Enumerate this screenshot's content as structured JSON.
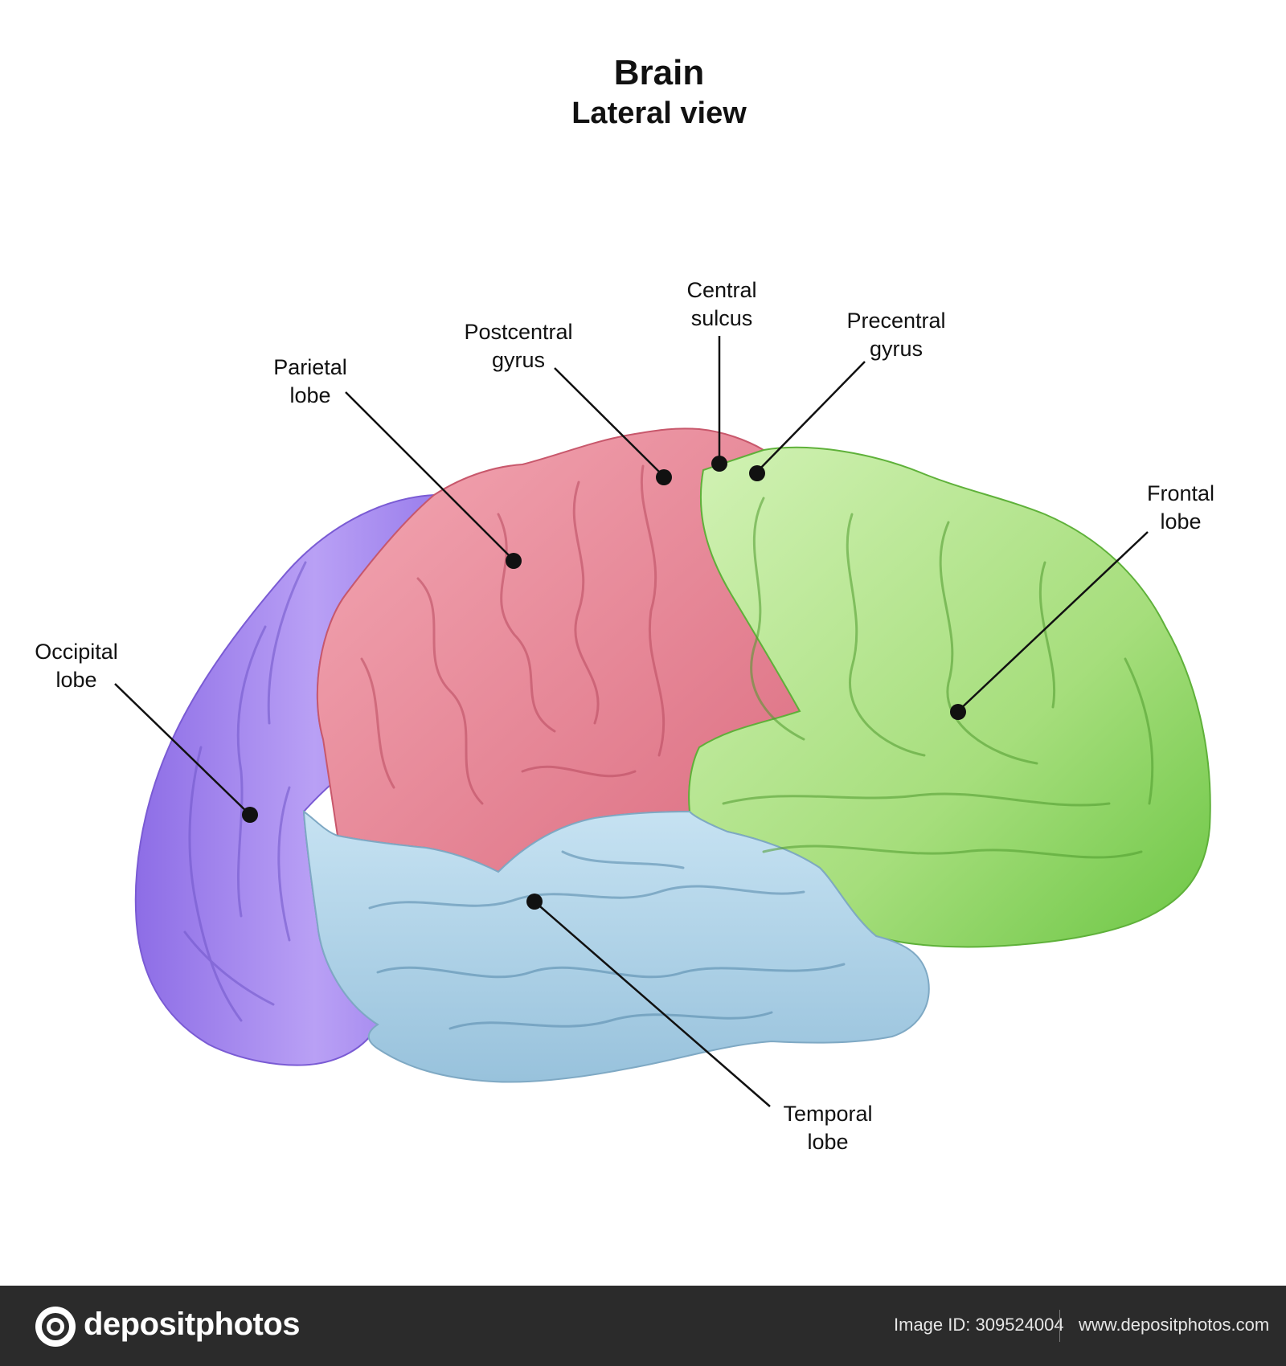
{
  "header": {
    "title": "Brain",
    "subtitle": "Lateral view"
  },
  "labels": {
    "central_sulcus": [
      "Central",
      "sulcus"
    ],
    "postcentral_gyrus": [
      "Postcentral",
      "gyrus"
    ],
    "precentral_gyrus": [
      "Precentral",
      "gyrus"
    ],
    "parietal_lobe": [
      "Parietal",
      "lobe"
    ],
    "frontal_lobe": [
      "Frontal",
      "lobe"
    ],
    "occipital_lobe": [
      "Occipital",
      "lobe"
    ],
    "temporal_lobe": [
      "Temporal",
      "lobe"
    ]
  },
  "colors": {
    "occipital": "#a98ff0",
    "parietal": "#eb8d9c",
    "frontal": "#a6e07f",
    "temporal": "#b4d6ea",
    "leader_line": "#111111",
    "footer_bg": "#2b2b2b"
  },
  "footer": {
    "brand": "depositphotos",
    "image_id": "Image ID: 309524004",
    "website": "www.depositphotos.com",
    "logo_icon": "camera-lens-icon"
  }
}
